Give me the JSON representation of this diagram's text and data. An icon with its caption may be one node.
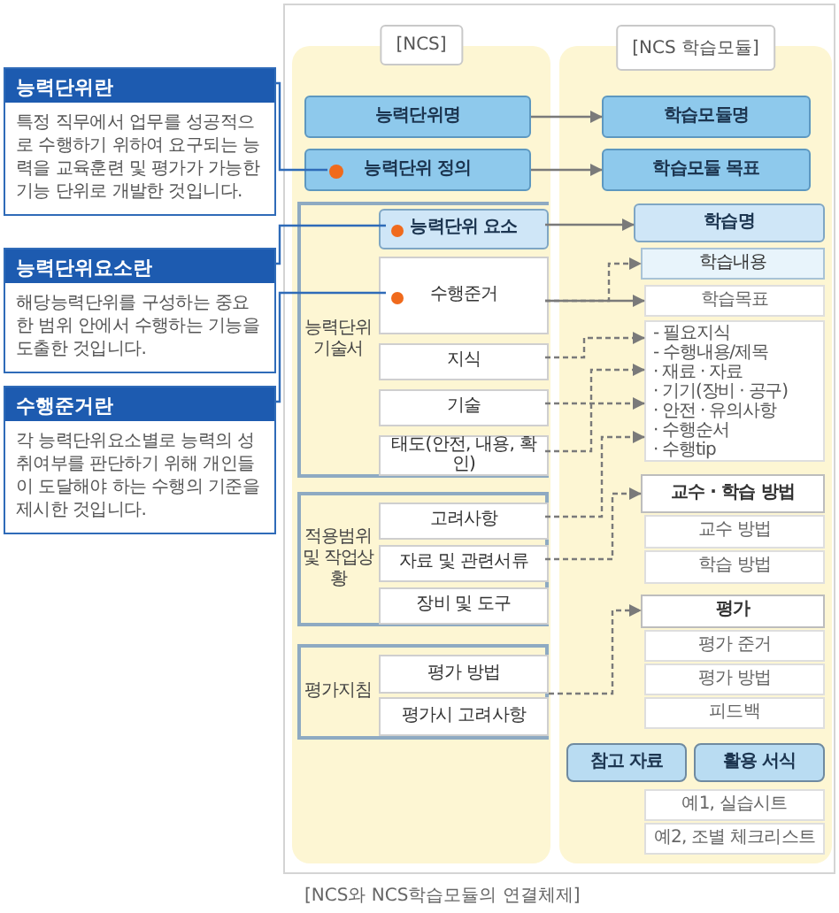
{
  "diagram": {
    "caption": "[NCS와 NCS학습모듈의 연결체제]",
    "nodes": [
      {
        "text": [
          "능력단위란",
          "특정 직무에서 업무를 성공적으로 수행하기 위하여 요구되는 능력을 교육훈련 및 평가가 가능한 기능 단위로 개발한 것입니다."
        ]
      },
      {
        "text": [
          "능력단위요소란",
          "해당능력단위를 구성하는 중요한 범위 안에서 수행하는 기능을 도출한 것입니다."
        ]
      },
      {
        "text": [
          "수행준거란",
          "각 능력단위요소별로 능력의 성취여부를 판단하기 위해 개인들이 도달해야 하는 수행의 기준을 제시한 것입니다."
        ]
      },
      {
        "text": [
          "[NCS]"
        ]
      },
      {
        "text": [
          "능력단위명"
        ],
        "in": 3
      },
      {
        "text": [
          "능력단위 정의"
        ],
        "in": 3
      },
      {
        "text": [],
        "shape": "circle",
        "in": 5
      },
      {
        "text": [
          "능력단위 기술서"
        ],
        "in": 3
      },
      {
        "text": [
          "능력단위 요소"
        ],
        "in": 7
      },
      {
        "text": [],
        "shape": "circle",
        "in": 8
      },
      {
        "text": [
          "수행준거"
        ],
        "in": 7
      },
      {
        "text": [],
        "shape": "circle",
        "in": 10
      },
      {
        "text": [
          "지식"
        ],
        "in": 7
      },
      {
        "text": [
          "기술"
        ],
        "in": 7
      },
      {
        "text": [
          "태도(안전, 내용, 확인)"
        ],
        "in": 7
      },
      {
        "text": [
          "적용범위 및 작업상황"
        ],
        "in": 3
      },
      {
        "text": [
          "고려사항"
        ],
        "in": 15
      },
      {
        "text": [
          "자료 및 관련서류"
        ],
        "in": 15
      },
      {
        "text": [
          "장비 및 도구"
        ],
        "in": 15
      },
      {
        "text": [
          "평가지침"
        ],
        "in": 3
      },
      {
        "text": [
          "평가 방법"
        ],
        "in": 19
      },
      {
        "text": [
          "평가시 고려사항"
        ],
        "in": 19
      },
      {
        "text": [
          "[NCS 학습모듈]"
        ]
      },
      {
        "text": [
          "학습모듈명"
        ],
        "in": 22
      },
      {
        "text": [
          "학습모듈 목표"
        ],
        "in": 22
      },
      {
        "text": [
          "학습명"
        ],
        "in": 22
      },
      {
        "text": [
          "학습내용"
        ],
        "in": 22
      },
      {
        "text": [
          "학습목표"
        ],
        "in": 22
      },
      {
        "text": [
          "- 필요지식",
          "- 수행내용/제목",
          "· 재료 · 자료",
          "· 기기(장비 · 공구)",
          "· 안전 · 유의사항",
          "· 수행순서",
          "· 수행tip"
        ],
        "in": 22
      },
      {
        "text": [
          "교수 · 학습 방법"
        ],
        "in": 22
      },
      {
        "text": [
          "교수 방법"
        ],
        "in": 22
      },
      {
        "text": [
          "학습 방법"
        ],
        "in": 22
      },
      {
        "text": [
          "평가"
        ],
        "in": 22
      },
      {
        "text": [
          "평가 준거"
        ],
        "in": 22
      },
      {
        "text": [
          "평가 방법"
        ],
        "in": 22
      },
      {
        "text": [
          "피드백"
        ],
        "in": 22
      },
      {
        "text": [
          "참고 자료"
        ],
        "in": 22
      },
      {
        "text": [
          "활용 서식"
        ],
        "in": 22
      },
      {
        "text": [
          "예1, 실습시트"
        ],
        "in": 22
      },
      {
        "text": [
          "예2, 조별 체크리스트"
        ],
        "in": 22
      }
    ],
    "edges": [
      {
        "from": 0,
        "to": 6,
        "arrow": "none",
        "color": "#2f6bb8"
      },
      {
        "from": 1,
        "to": 9,
        "arrow": "none",
        "color": "#2f6bb8"
      },
      {
        "from": 2,
        "to": 11,
        "arrow": "none",
        "color": "#2f6bb8"
      },
      {
        "from": 4,
        "to": 23,
        "arrow": "to"
      },
      {
        "from": 5,
        "to": 24,
        "arrow": "to"
      },
      {
        "from": 8,
        "to": 25,
        "arrow": "to"
      },
      {
        "from": 10,
        "to": 27,
        "arrow": "to"
      },
      {
        "from": 10,
        "to": 26,
        "arrow": "to",
        "style": "dashed"
      },
      {
        "from": 12,
        "to": 28,
        "arrow": "to",
        "style": "dashed"
      },
      {
        "from": 13,
        "to": 28,
        "arrow": "to",
        "style": "dashed"
      },
      {
        "from": 14,
        "to": 28,
        "arrow": "to",
        "style": "dashed"
      },
      {
        "from": 16,
        "to": 28,
        "arrow": "to",
        "style": "dashed"
      },
      {
        "from": 17,
        "to": 29,
        "arrow": "to",
        "style": "dashed"
      },
      {
        "from": 19,
        "to": 32,
        "arrow": "to",
        "style": "dashed"
      }
    ]
  }
}
